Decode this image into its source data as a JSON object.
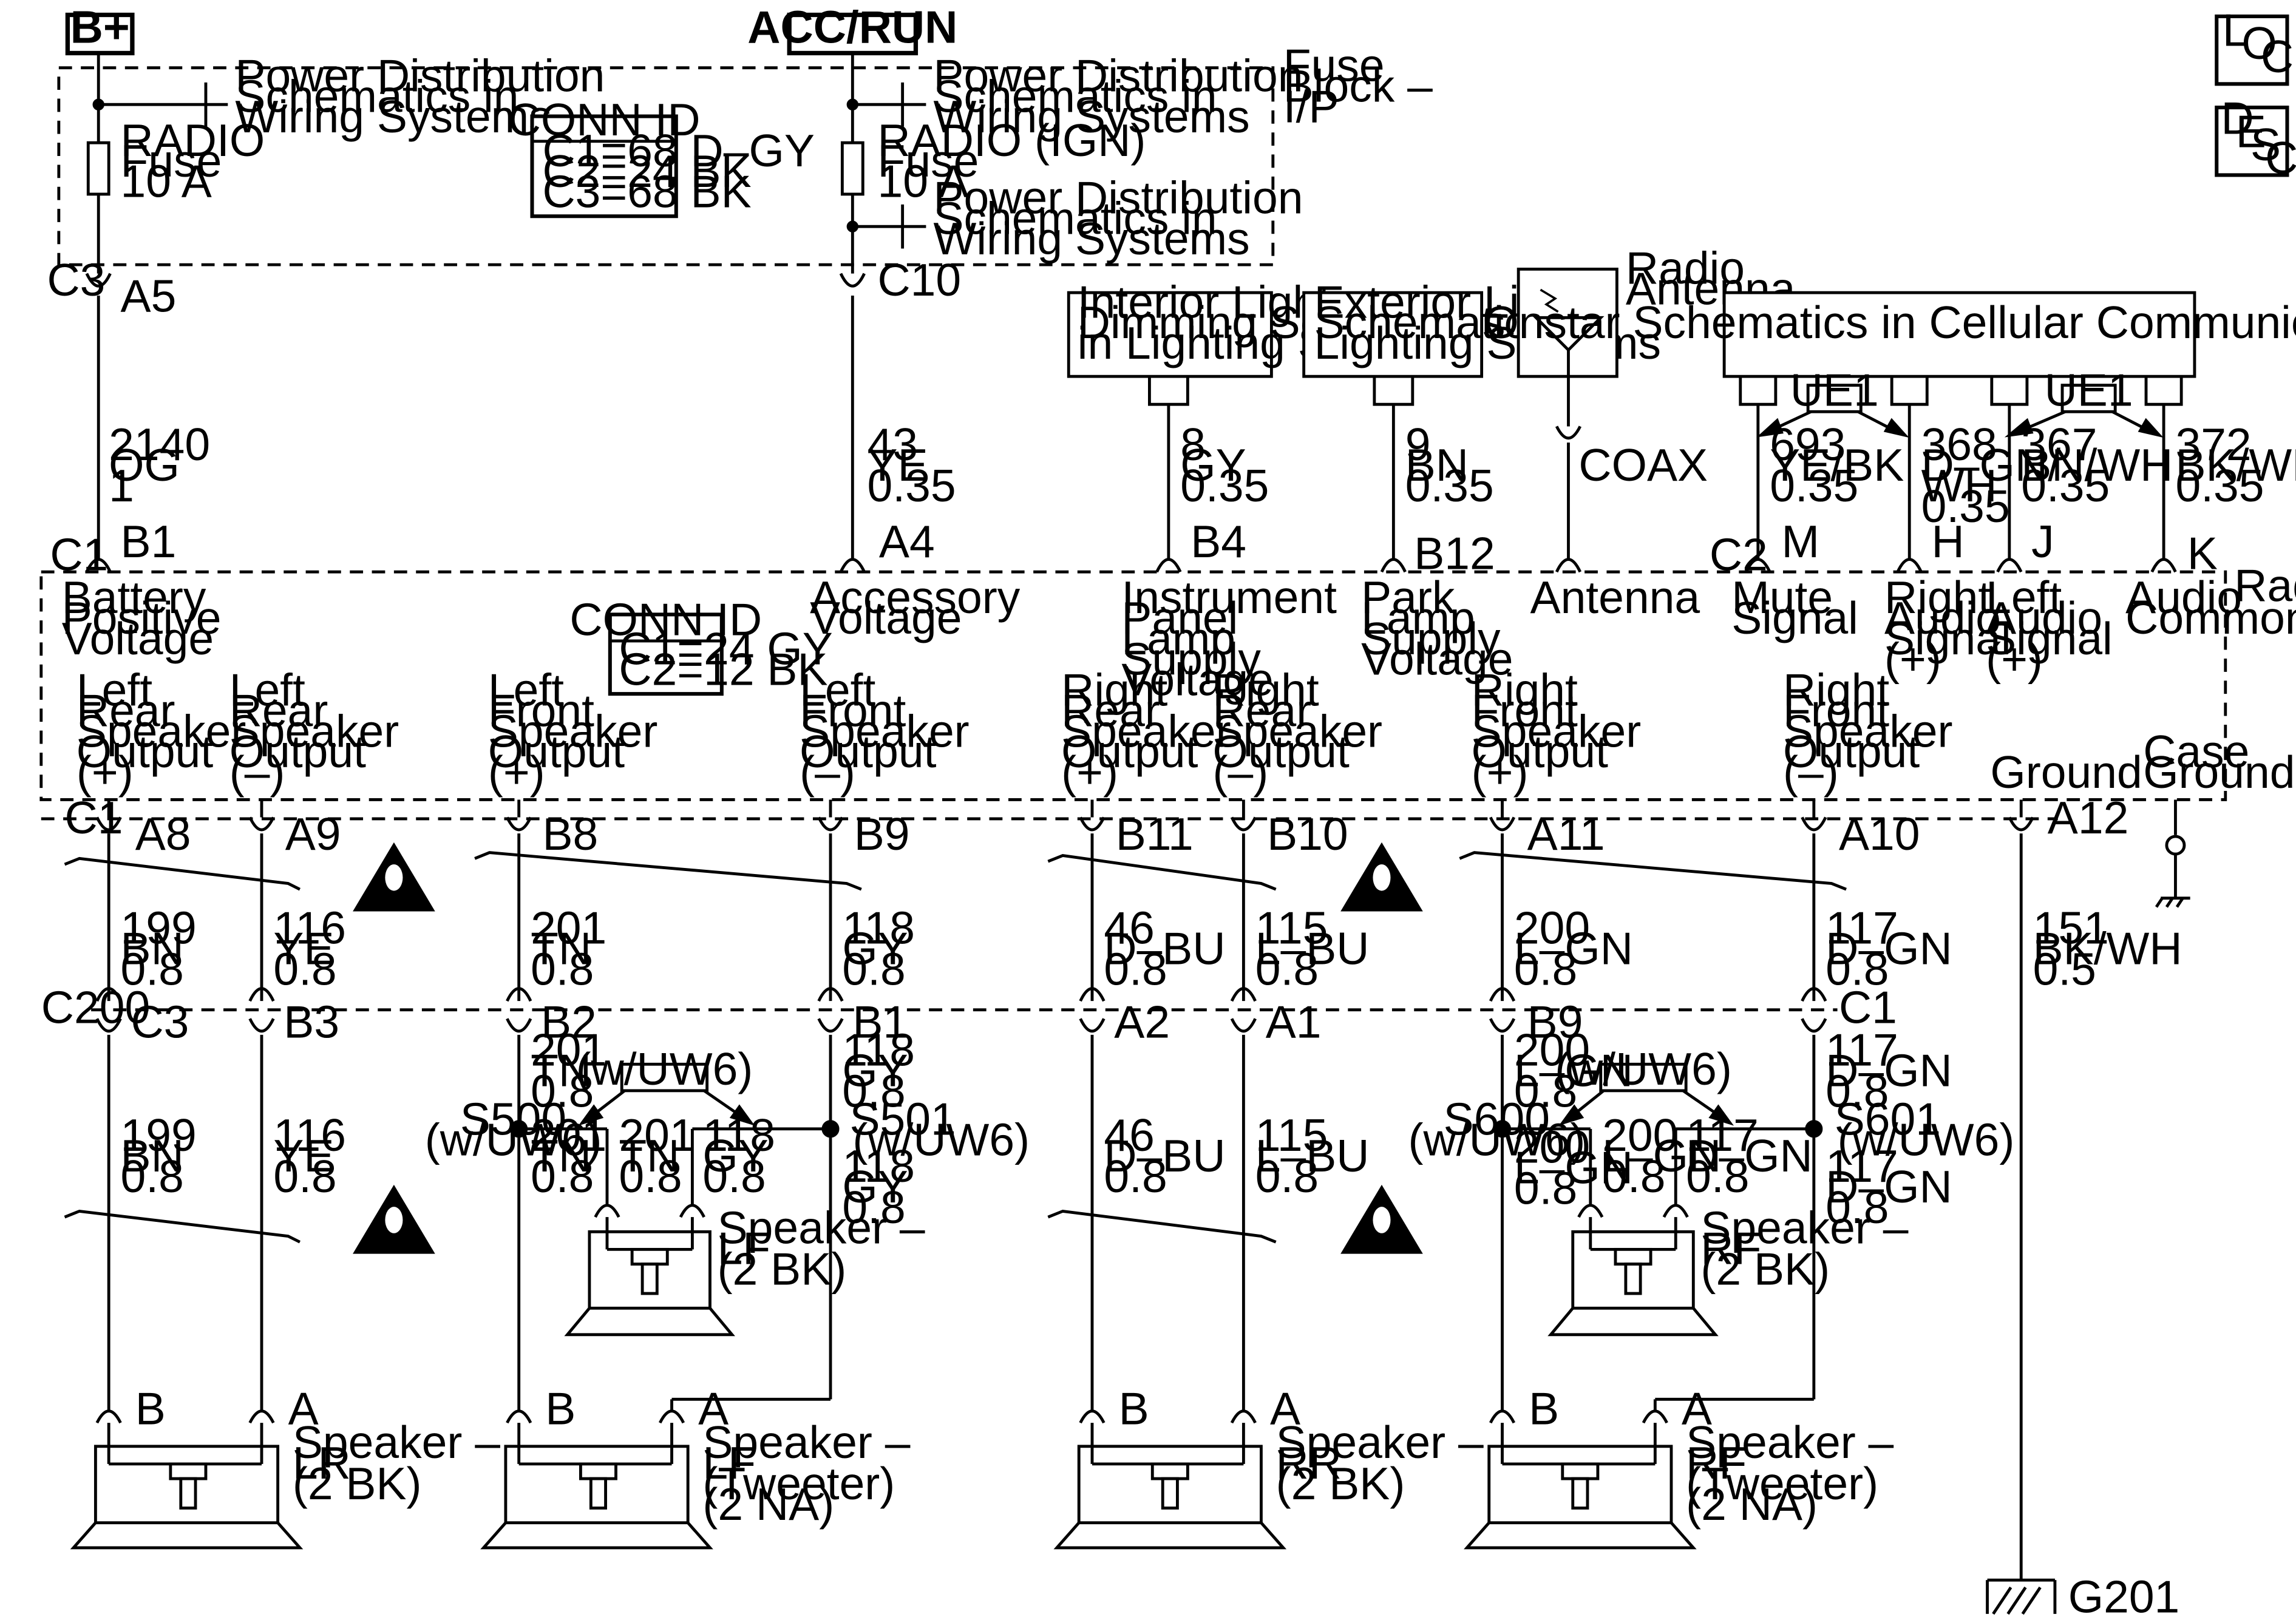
{
  "header": {
    "b_plus": "B+",
    "acc_run": "ACC/RUN",
    "loc": [
      "L",
      "O",
      "C"
    ],
    "desc": [
      "D",
      "E",
      "S",
      "C"
    ]
  },
  "fuse_block": {
    "label": [
      "Fuse",
      "Block –",
      "I/P"
    ],
    "pd_ref": [
      "Power Distribution",
      "Schematics in",
      "Wiring Systems"
    ],
    "radio_fuse": [
      "RADIO",
      "Fuse",
      "10 A"
    ],
    "radio_ign_fuse": [
      "RADIO (IGN)",
      "Fuse",
      "10 A"
    ],
    "conn_title": "CONN ID",
    "conn_lines": [
      "C1=68 D–GY",
      "C2=24 BK",
      "C3=68 BK"
    ]
  },
  "refs": {
    "interior": [
      "Interior Lights",
      "Dimming Schematics",
      "in Lighting Systems"
    ],
    "exterior": [
      "Exterior Lights",
      "Schematics in",
      "Lighting Systems"
    ],
    "antenna": [
      "Radio",
      "Antenna"
    ],
    "onstar": "Onstar Schematics in Cellular Communications",
    "ue1": "UE1",
    "coax": "COAX"
  },
  "radio": {
    "label": "Radio",
    "conn_title": "CONN ID",
    "conn_lines": [
      "C1=24 GY",
      "C2=12 BK"
    ],
    "inputs": [
      [
        "Battery",
        "Positive",
        "Voltage"
      ],
      [
        "Accessory",
        "Voltage"
      ],
      [
        "Instrument",
        "Panel",
        "Lamp",
        "Supply",
        "Voltage"
      ],
      [
        "Park",
        "Lamp",
        "Supply",
        "Voltage"
      ],
      [
        "Antenna"
      ],
      [
        "Mute",
        "Signal"
      ],
      [
        "Right",
        "Audio",
        "Signal",
        "(+)"
      ],
      [
        "Left",
        "Audio",
        "Signal",
        "(+)"
      ],
      [
        "Audio",
        "Common"
      ]
    ],
    "outputs": [
      [
        "Left",
        "Rear",
        "Speaker",
        "Output",
        "(+)"
      ],
      [
        "Left",
        "Rear",
        "Speaker",
        "Output",
        "(–)"
      ],
      [
        "Left",
        "Front",
        "Speaker",
        "Output",
        "(+)"
      ],
      [
        "Left",
        "Front",
        "Speaker",
        "Output",
        "(–)"
      ],
      [
        "Right",
        "Rear",
        "Speaker",
        "Output",
        "(+)"
      ],
      [
        "Right",
        "Rear",
        "Speaker",
        "Output",
        "(–)"
      ],
      [
        "Right",
        "Front",
        "Speaker",
        "Output",
        "(+)"
      ],
      [
        "Right",
        "Front",
        "Speaker",
        "Output",
        "(–)"
      ]
    ],
    "ground": "Ground",
    "case_ground": [
      "Case",
      "Ground"
    ]
  },
  "connectors": {
    "c3": "C3",
    "a5": "A5",
    "c10": "C10",
    "c1": "C1",
    "b1": "B1",
    "a4": "A4",
    "b4": "B4",
    "b12": "B12",
    "c2": "C2",
    "m": "M",
    "h": "H",
    "j": "J",
    "k": "K",
    "c1b": "C1",
    "a8": "A8",
    "a9": "A9",
    "b8": "B8",
    "b9": "B9",
    "b11": "B11",
    "b10": "B10",
    "a11": "A11",
    "a10": "A10",
    "a12": "A12",
    "c200": "C200",
    "c3b": "C3",
    "b3": "B3",
    "b2": "B2",
    "b1b": "B1",
    "a2": "A2",
    "a1": "A1",
    "b9b": "B9",
    "c1c": "C1"
  },
  "wires": {
    "w2140": [
      "2140",
      "OG",
      "1"
    ],
    "w43": [
      "43",
      "YE",
      "0.35"
    ],
    "w8": [
      "8",
      "GY",
      "0.35"
    ],
    "w9": [
      "9",
      "BN",
      "0.35"
    ],
    "w693": [
      "693",
      "YE/BK",
      "0.35"
    ],
    "w368": [
      "368",
      "D–GN/",
      "WH",
      "0.35"
    ],
    "w367": [
      "367",
      "BN/WH",
      "0.35"
    ],
    "w372": [
      "372",
      "BK/WH",
      "0.35"
    ],
    "w199": [
      "199",
      "BN",
      "0.8"
    ],
    "w116": [
      "116",
      "YE",
      "0.8"
    ],
    "w201": [
      "201",
      "TN",
      "0.8"
    ],
    "w118": [
      "118",
      "GY",
      "0.8"
    ],
    "w46": [
      "46",
      "D–BU",
      "0.8"
    ],
    "w115": [
      "115",
      "L–BU",
      "0.8"
    ],
    "w200": [
      "200",
      "L–GN",
      "0.8"
    ],
    "w117": [
      "117",
      "D–GN",
      "0.8"
    ],
    "w151": [
      "151",
      "BK/WH",
      "0.5"
    ]
  },
  "splices": {
    "s500": [
      "S500",
      "(w/UW6)"
    ],
    "s501": [
      "S501",
      "(w/UW6)"
    ],
    "s600": [
      "S600",
      "(w/UW6)"
    ],
    "s601": [
      "S601",
      "(w/UW6)"
    ],
    "option": "(w/UW6)"
  },
  "speakers": {
    "lr": [
      "Speaker –",
      "LR",
      "(2 BK)"
    ],
    "lf_tweeter": [
      "Speaker –",
      "LF",
      "(Tweeter)",
      "(2 NA)"
    ],
    "rr": [
      "Speaker –",
      "RR",
      "(2 BK)"
    ],
    "rf_tweeter": [
      "Speaker –",
      "RF",
      "(Tweeter)",
      "(2 NA)"
    ],
    "lf": [
      "Speaker –",
      "LF",
      "(2 BK)"
    ],
    "rf": [
      "Speaker –",
      "RF",
      "(2 BK)"
    ],
    "pin_a": "A",
    "pin_b": "B"
  },
  "ground_label": "G201"
}
